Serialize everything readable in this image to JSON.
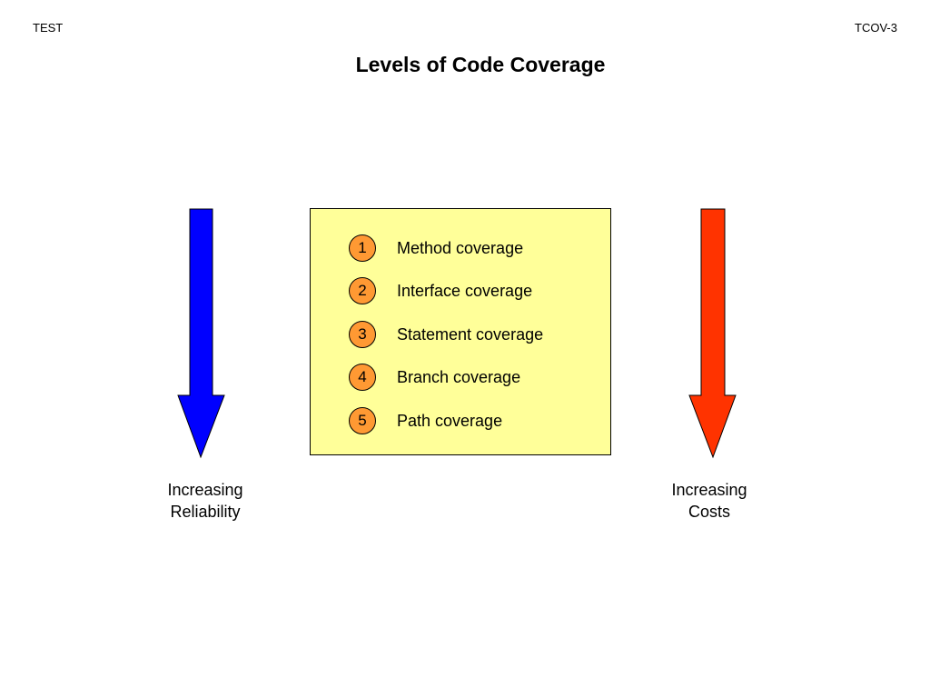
{
  "header": {
    "left": "TEST",
    "right": "TCOV-3"
  },
  "title": "Levels of Code Coverage",
  "levels": [
    {
      "number": "1",
      "label": "Method coverage"
    },
    {
      "number": "2",
      "label": "Interface coverage"
    },
    {
      "number": "3",
      "label": "Statement coverage"
    },
    {
      "number": "4",
      "label": "Branch coverage"
    },
    {
      "number": "5",
      "label": "Path coverage"
    }
  ],
  "arrows": {
    "left": {
      "line1": "Increasing",
      "line2": "Reliability",
      "color": "#0000ff"
    },
    "right": {
      "line1": "Increasing",
      "line2": "Costs",
      "color": "#ff3300"
    }
  },
  "colors": {
    "box_fill": "#ffff99",
    "badge_fill": "#ff9933"
  }
}
